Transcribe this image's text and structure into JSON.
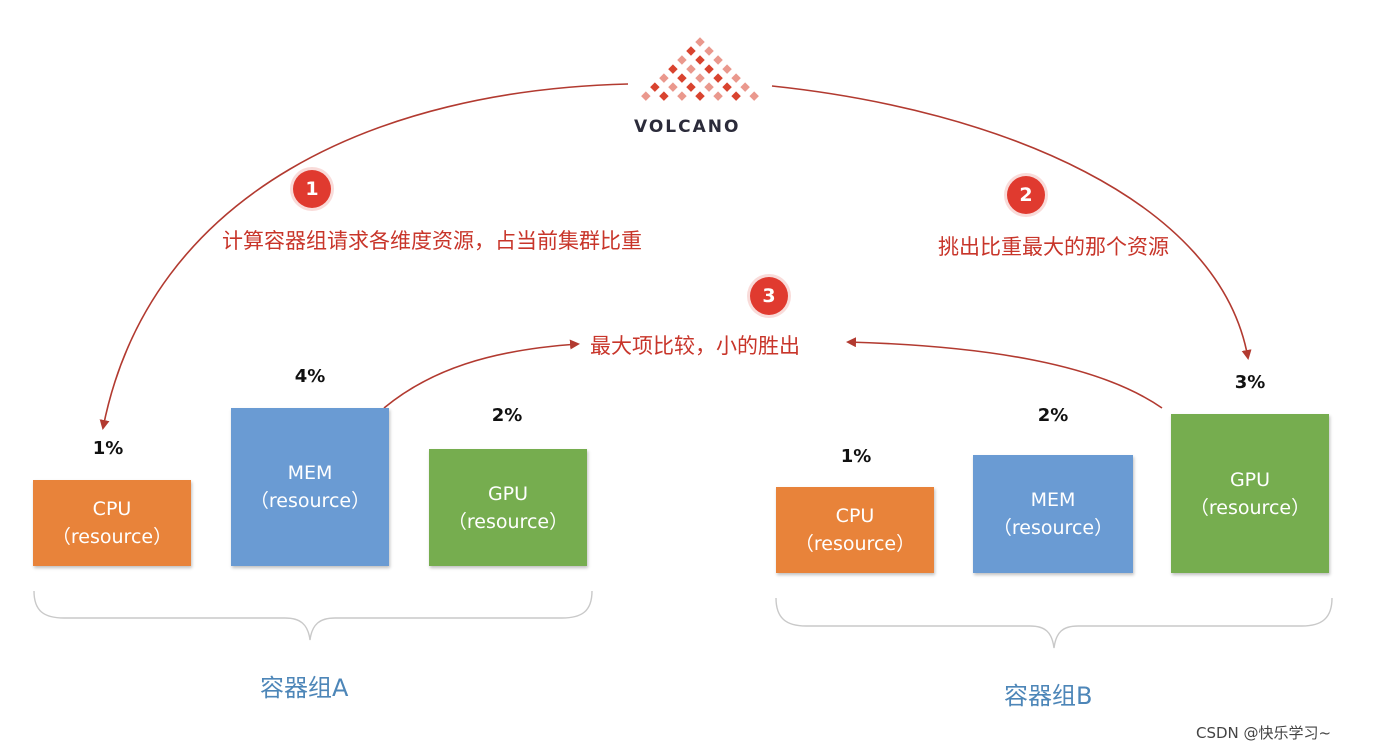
{
  "logo": {
    "text": "VOLCANO"
  },
  "steps": [
    {
      "num": "1",
      "text": "计算容器组请求各维度资源，占当前集群比重"
    },
    {
      "num": "2",
      "text": "挑出比重最大的那个资源"
    },
    {
      "num": "3",
      "text": "最大项比较，小的胜出"
    }
  ],
  "groups": [
    {
      "label": "容器组A",
      "resources": [
        {
          "name": "CPU",
          "sub": "（resource）",
          "percent": "1%",
          "color": "#e8833a"
        },
        {
          "name": "MEM",
          "sub": "（resource）",
          "percent": "4%",
          "color": "#6a9bd3"
        },
        {
          "name": "GPU",
          "sub": "（resource）",
          "percent": "2%",
          "color": "#76ad4f"
        }
      ]
    },
    {
      "label": "容器组B",
      "resources": [
        {
          "name": "CPU",
          "sub": "（resource）",
          "percent": "1%",
          "color": "#e8833a"
        },
        {
          "name": "MEM",
          "sub": "（resource）",
          "percent": "2%",
          "color": "#6a9bd3"
        },
        {
          "name": "GPU",
          "sub": "（resource）",
          "percent": "3%",
          "color": "#76ad4f"
        }
      ]
    }
  ],
  "watermark": "CSDN @快乐学习~",
  "colors": {
    "arrow": "#b23a30",
    "badge": "#e03a2f",
    "step_text": "#c8352a",
    "group_label": "#4d86b8",
    "logo": "#d9432f"
  }
}
